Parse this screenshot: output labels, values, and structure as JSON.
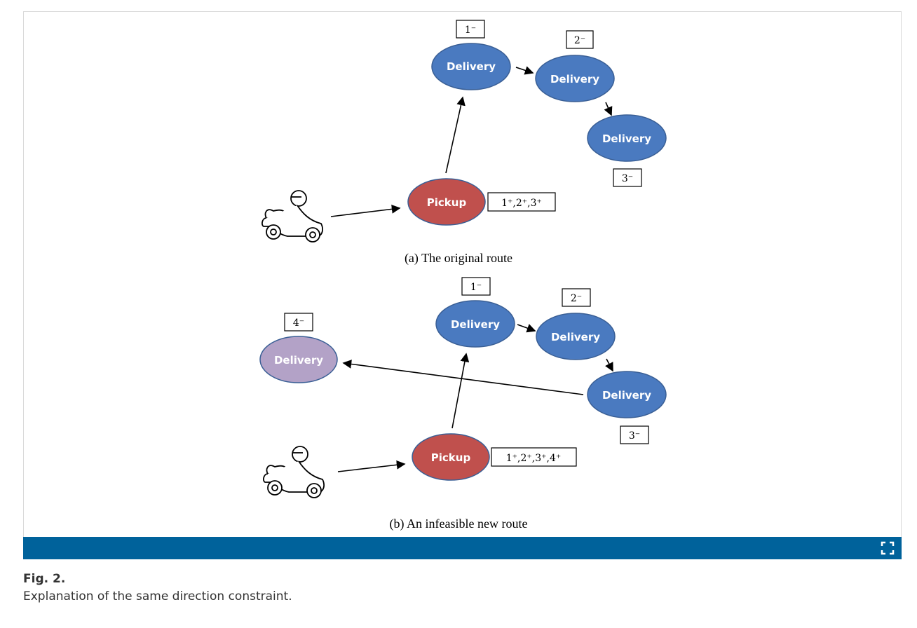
{
  "figure": {
    "panel_a": {
      "caption": "(a) The original route",
      "nodes": [
        {
          "label": "Delivery",
          "tag": "1⁻"
        },
        {
          "label": "Delivery",
          "tag": "2⁻"
        },
        {
          "label": "Delivery",
          "tag": "3⁻"
        },
        {
          "label": "Pickup",
          "tag": "1⁺,2⁺,3⁺"
        }
      ]
    },
    "panel_b": {
      "caption": "(b) An infeasible new route",
      "nodes": [
        {
          "label": "Delivery",
          "tag": "1⁻"
        },
        {
          "label": "Delivery",
          "tag": "2⁻"
        },
        {
          "label": "Delivery",
          "tag": "3⁻"
        },
        {
          "label": "Delivery",
          "tag": "4⁻"
        },
        {
          "label": "Pickup",
          "tag": "1⁺,2⁺,3⁺,4⁺"
        }
      ]
    },
    "colors": {
      "delivery": "#4a7ac0",
      "pickup": "#c0504d",
      "new_delivery": "#b3a2c7",
      "toolbar": "#00629b"
    }
  },
  "toolbar": {
    "expand_icon": "expand-icon"
  },
  "caption": {
    "label": "Fig. 2.",
    "text": "Explanation of the same direction constraint."
  }
}
